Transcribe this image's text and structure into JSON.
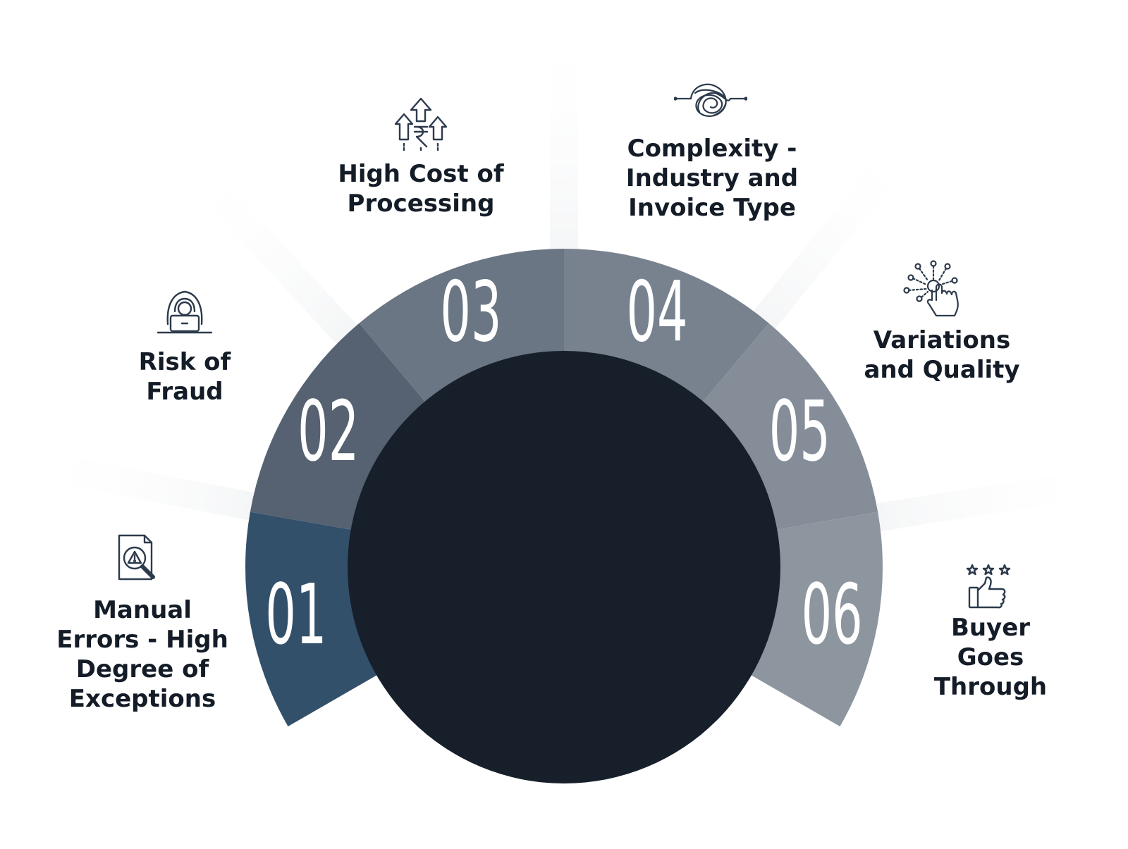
{
  "items": [
    {
      "number": "01",
      "label": "Manual\nErrors - High\nDegree of\nExceptions",
      "icon": "document-warning-search-icon",
      "color": "#33506b"
    },
    {
      "number": "02",
      "label": "Risk of\nFraud",
      "icon": "hooded-hacker-icon",
      "color": "#566271"
    },
    {
      "number": "03",
      "label": "High Cost of\nProcessing",
      "icon": "rupee-rising-arrows-icon",
      "color": "#6b7684"
    },
    {
      "number": "04",
      "label": "Complexity -\nIndustry and\nInvoice Type",
      "icon": "tangled-lines-icon",
      "color": "#78828f"
    },
    {
      "number": "05",
      "label": "Variations\nand Quality",
      "icon": "touch-network-icon",
      "color": "#848d98"
    },
    {
      "number": "06",
      "label": "Buyer Goes\nThrough",
      "icon": "thumbs-up-stars-icon",
      "color": "#8d959f"
    }
  ],
  "colors": {
    "center_circle": "#171f2b",
    "text": "#141c27",
    "icon_stroke": "#2c3a4c"
  }
}
